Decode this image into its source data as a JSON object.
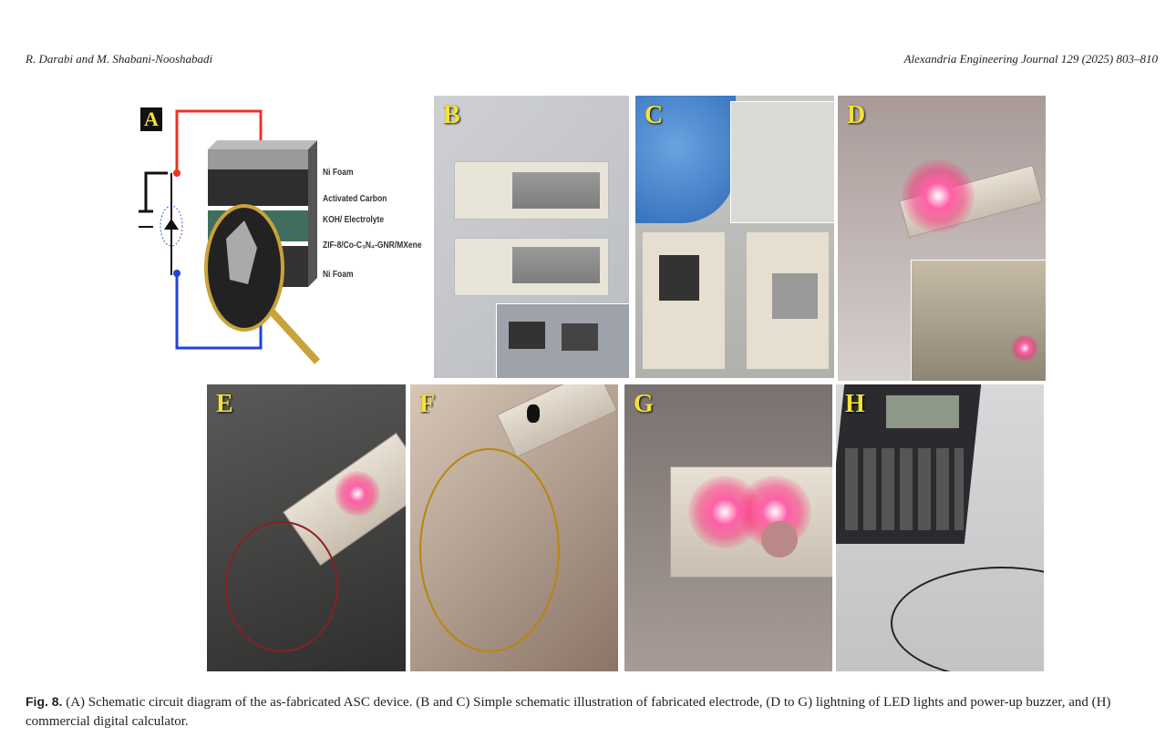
{
  "header": {
    "authors": "R. Darabi and M. Shabani-Nooshabadi",
    "journal": "Alexandria Engineering Journal 129 (2025) 803–810"
  },
  "figure": {
    "panels": {
      "A": {
        "label": "A",
        "layers": [
          "Ni Foam",
          "Activated Carbon",
          "KOH/ Electrolyte",
          "ZIF-8/Co-C₃N₄-GNR/MXene",
          "Ni Foam"
        ]
      },
      "B": {
        "label": "B"
      },
      "C": {
        "label": "C"
      },
      "D": {
        "label": "D"
      },
      "E": {
        "label": "E"
      },
      "F": {
        "label": "F"
      },
      "G": {
        "label": "G"
      },
      "H": {
        "label": "H"
      }
    }
  },
  "caption": {
    "label": "Fig. 8.",
    "text": "(A) Schematic circuit diagram of the as-fabricated ASC device. (B and C) Simple schematic illustration of fabricated electrode, (D to G) lightning of LED lights and power-up buzzer, and (H) commercial digital calculator."
  }
}
